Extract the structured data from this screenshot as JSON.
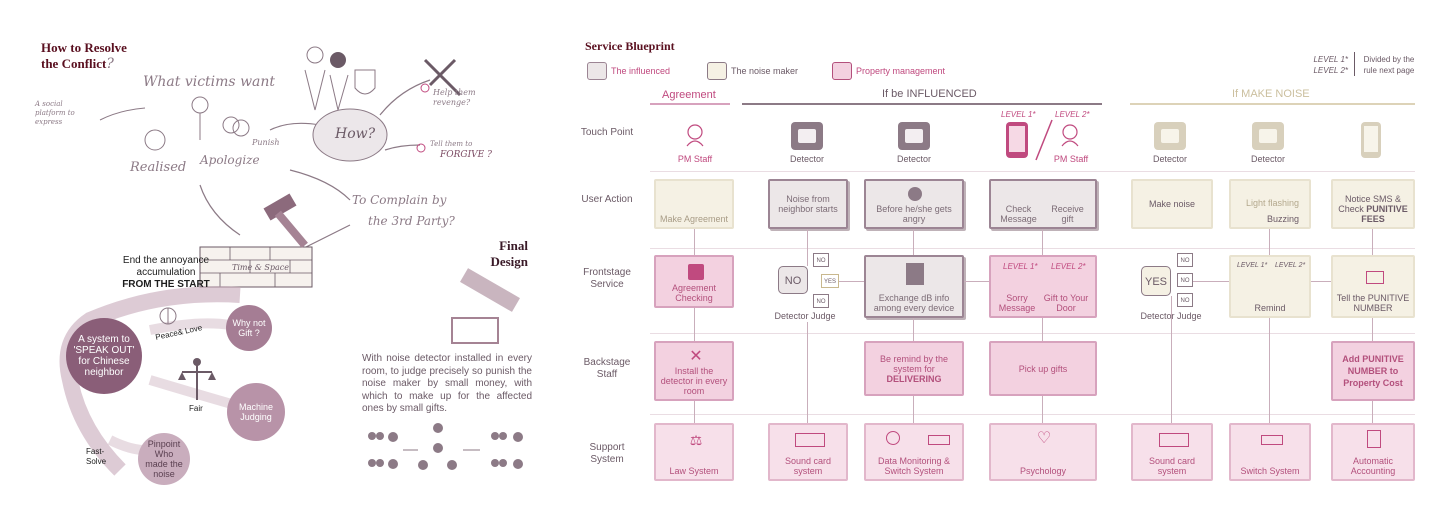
{
  "left": {
    "title_line1": "How to Resolve",
    "title_line2": "the Conflict",
    "title_q": "?",
    "what_victims_want": "What victims want",
    "social_platform": "A social platform to express",
    "realised": "Realised",
    "apologize": "Apologize",
    "punish": "Punish",
    "how": "How?",
    "help_revenge": "Help them revenge?",
    "tell_forgive_1": "Tell them to",
    "tell_forgive_2": "FORGIVE ?",
    "complain_1": "To Complain by",
    "complain_2": "the 3rd Party?",
    "time_space": "Time & Space",
    "end_annoy_1": "End the annoyance",
    "end_annoy_2": "accumulation",
    "end_annoy_3": "FROM THE START",
    "speak_out": "A system to 'SPEAK OUT' for Chinese neighbor",
    "peace_love": "Peace& Love",
    "why_not_gift": "Why not Gift ?",
    "fair": "Fair",
    "machine_judging": "Machine Judging",
    "fast_solve": "Fast-Solve",
    "pinpoint": "Pinpoint Who made the noise",
    "final_design_1": "Final",
    "final_design_2": "Design",
    "description": "With noise detector installed in every room, to judge precisely so punish the noise maker by small money, with which to make up for the affected ones by small gifts."
  },
  "blueprint": {
    "title": "Service Blueprint",
    "legend": {
      "influenced": "The influenced",
      "noise_maker": "The noise maker",
      "property": "Property management"
    },
    "level_note": {
      "level1": "LEVEL 1*",
      "level2": "LEVEL 2*",
      "divided": "Divided by the rule next page"
    },
    "sections": {
      "agreement": "Agreement",
      "influenced": "If be INFLUENCED",
      "make_noise": "If MAKE NOISE"
    },
    "rows": {
      "touch_point": "Touch Point",
      "user_action": "User Action",
      "frontstage": "Frontstage Service",
      "backstage": "Backstage Staff",
      "support": "Support System"
    },
    "touch": {
      "pm_staff": "PM Staff",
      "detector": "Detector",
      "level1": "LEVEL 1*",
      "level2": "LEVEL 2*"
    },
    "user_action": {
      "make_agreement": "Make Agreement",
      "noise_from": "Noise from neighbor starts",
      "before_angry": "Before he/she gets angry",
      "check_message": "Check Message",
      "receive_gift": "Receive gift",
      "make_noise": "Make noise",
      "light_flashing": "Light flashing",
      "buzzing": "Buzzing",
      "notice_sms": "Notice SMS & Check ",
      "punitive_fees": "PUNITIVE FEES"
    },
    "frontstage": {
      "agreement_checking": "Agreement Checking",
      "no": "NO",
      "yes": "YES",
      "detector_judge": "Detector Judge",
      "exchange_db": "Exchange dB info among every device",
      "level1": "LEVEL 1*",
      "level2": "LEVEL 2*",
      "sorry_message": "Sorry Message",
      "gift_to_door": "Gift to Your Door",
      "remind": "Remind",
      "tell_punitive": "Tell the PUNITIVE NUMBER"
    },
    "backstage": {
      "install_detector": "Install the detector in every room",
      "be_remind_1": "Be remind by the system for ",
      "delivering": "DELIVERING",
      "pick_up": "Pick up gifts",
      "add_punitive": "Add PUNITIVE NUMBER to Property Cost"
    },
    "support": {
      "law_system": "Law System",
      "sound_card": "Sound card system",
      "data_monitoring": "Data Monitoring & Switch System",
      "psychology": "Psychology",
      "sound_card_2": "Sound card system",
      "switch_system": "Switch System",
      "automatic_accounting": "Automatic Accounting"
    }
  }
}
